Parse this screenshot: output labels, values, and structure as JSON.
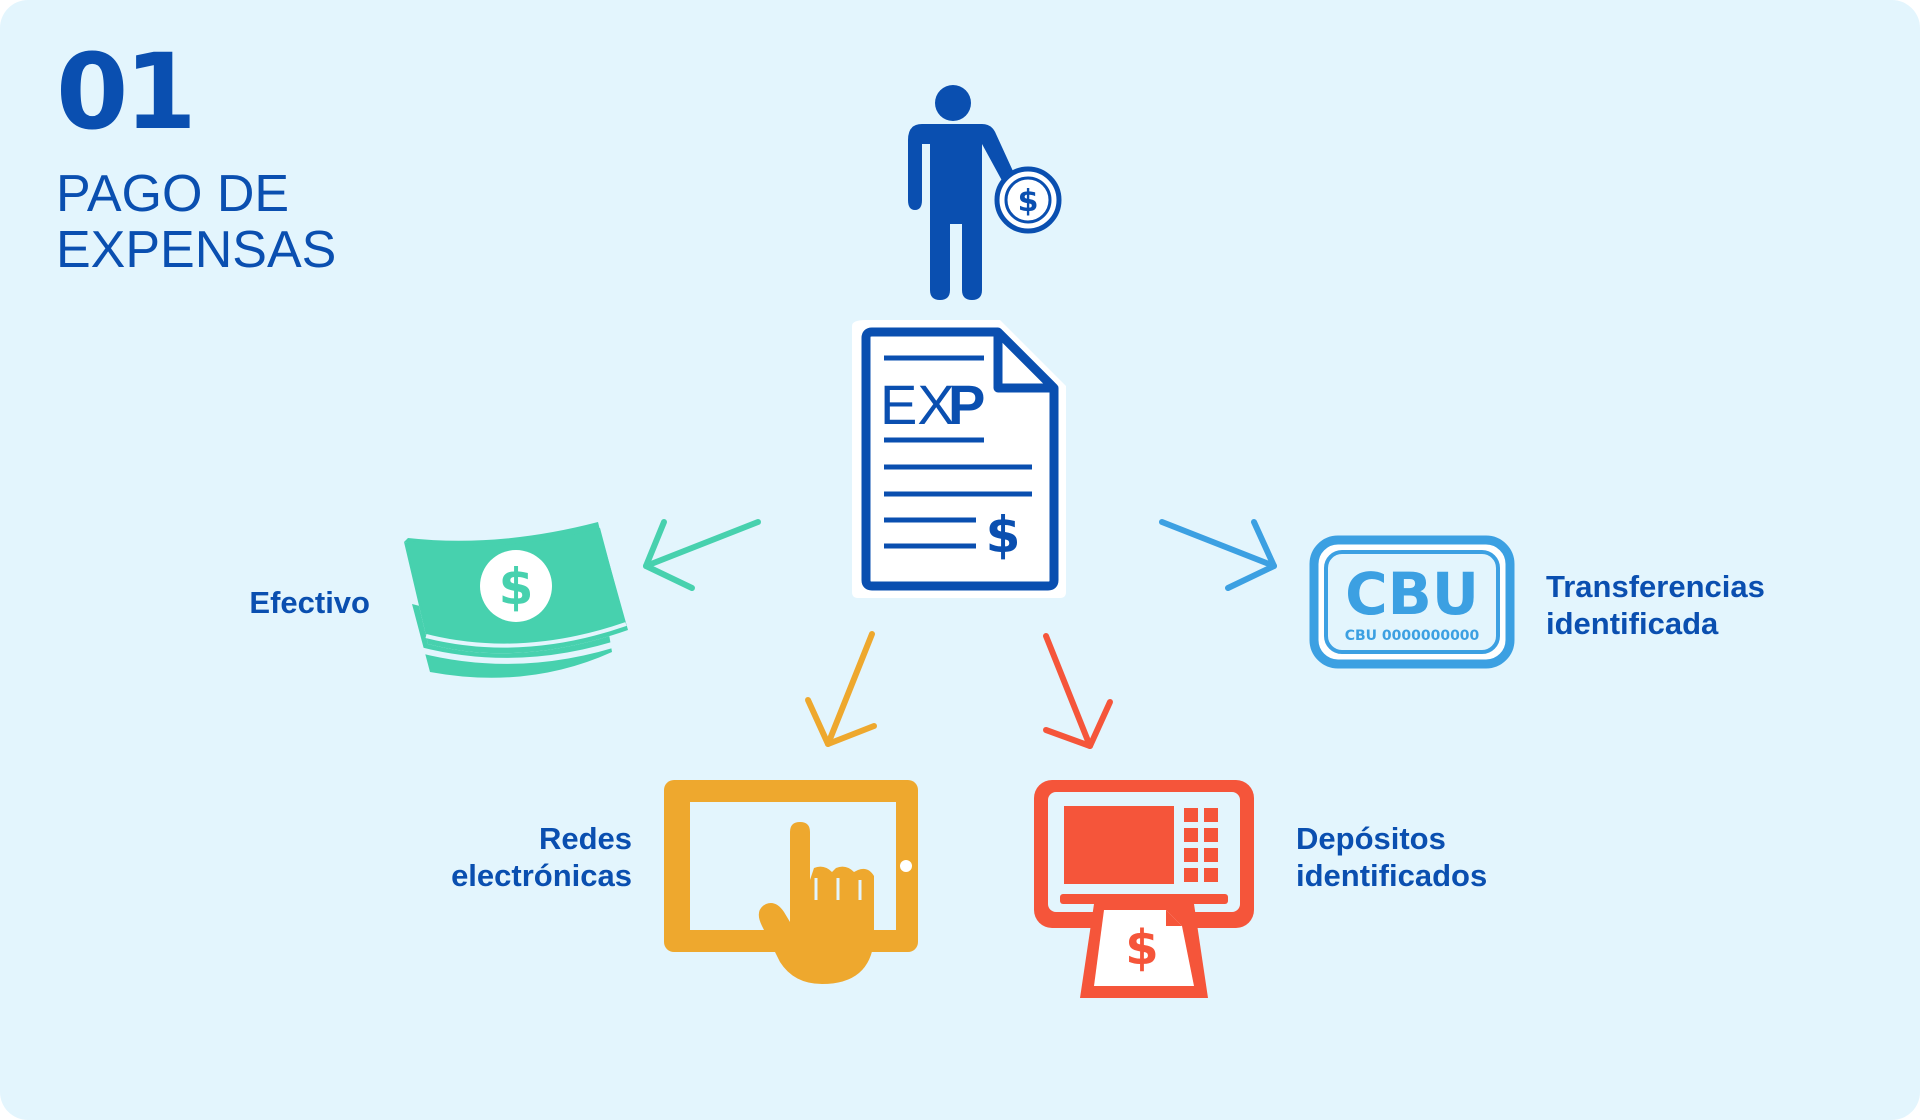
{
  "header": {
    "number": "01",
    "title_line1": "PAGO DE",
    "title_line2": "EXPENSAS"
  },
  "document": {
    "code_light": "EX",
    "code_bold": "P",
    "currency": "$"
  },
  "methods": {
    "cash": {
      "label": "Efectivo",
      "currency": "$"
    },
    "electronic": {
      "line1": "Redes",
      "line2": "electrónicas"
    },
    "deposit": {
      "line1": "Depósitos",
      "line2": "identificados",
      "currency": "$"
    },
    "transfer": {
      "line1": "Transferencias",
      "line2": "identificada",
      "card_big": "CBU",
      "card_small": "CBU 0000000000"
    }
  },
  "person": {
    "currency": "$"
  },
  "colors": {
    "background": "#e3f5fd",
    "primary": "#0a4fb0",
    "cash": "#47d1ae",
    "electronic": "#eea82e",
    "deposit": "#f5553a",
    "transfer": "#3ca0e2"
  }
}
